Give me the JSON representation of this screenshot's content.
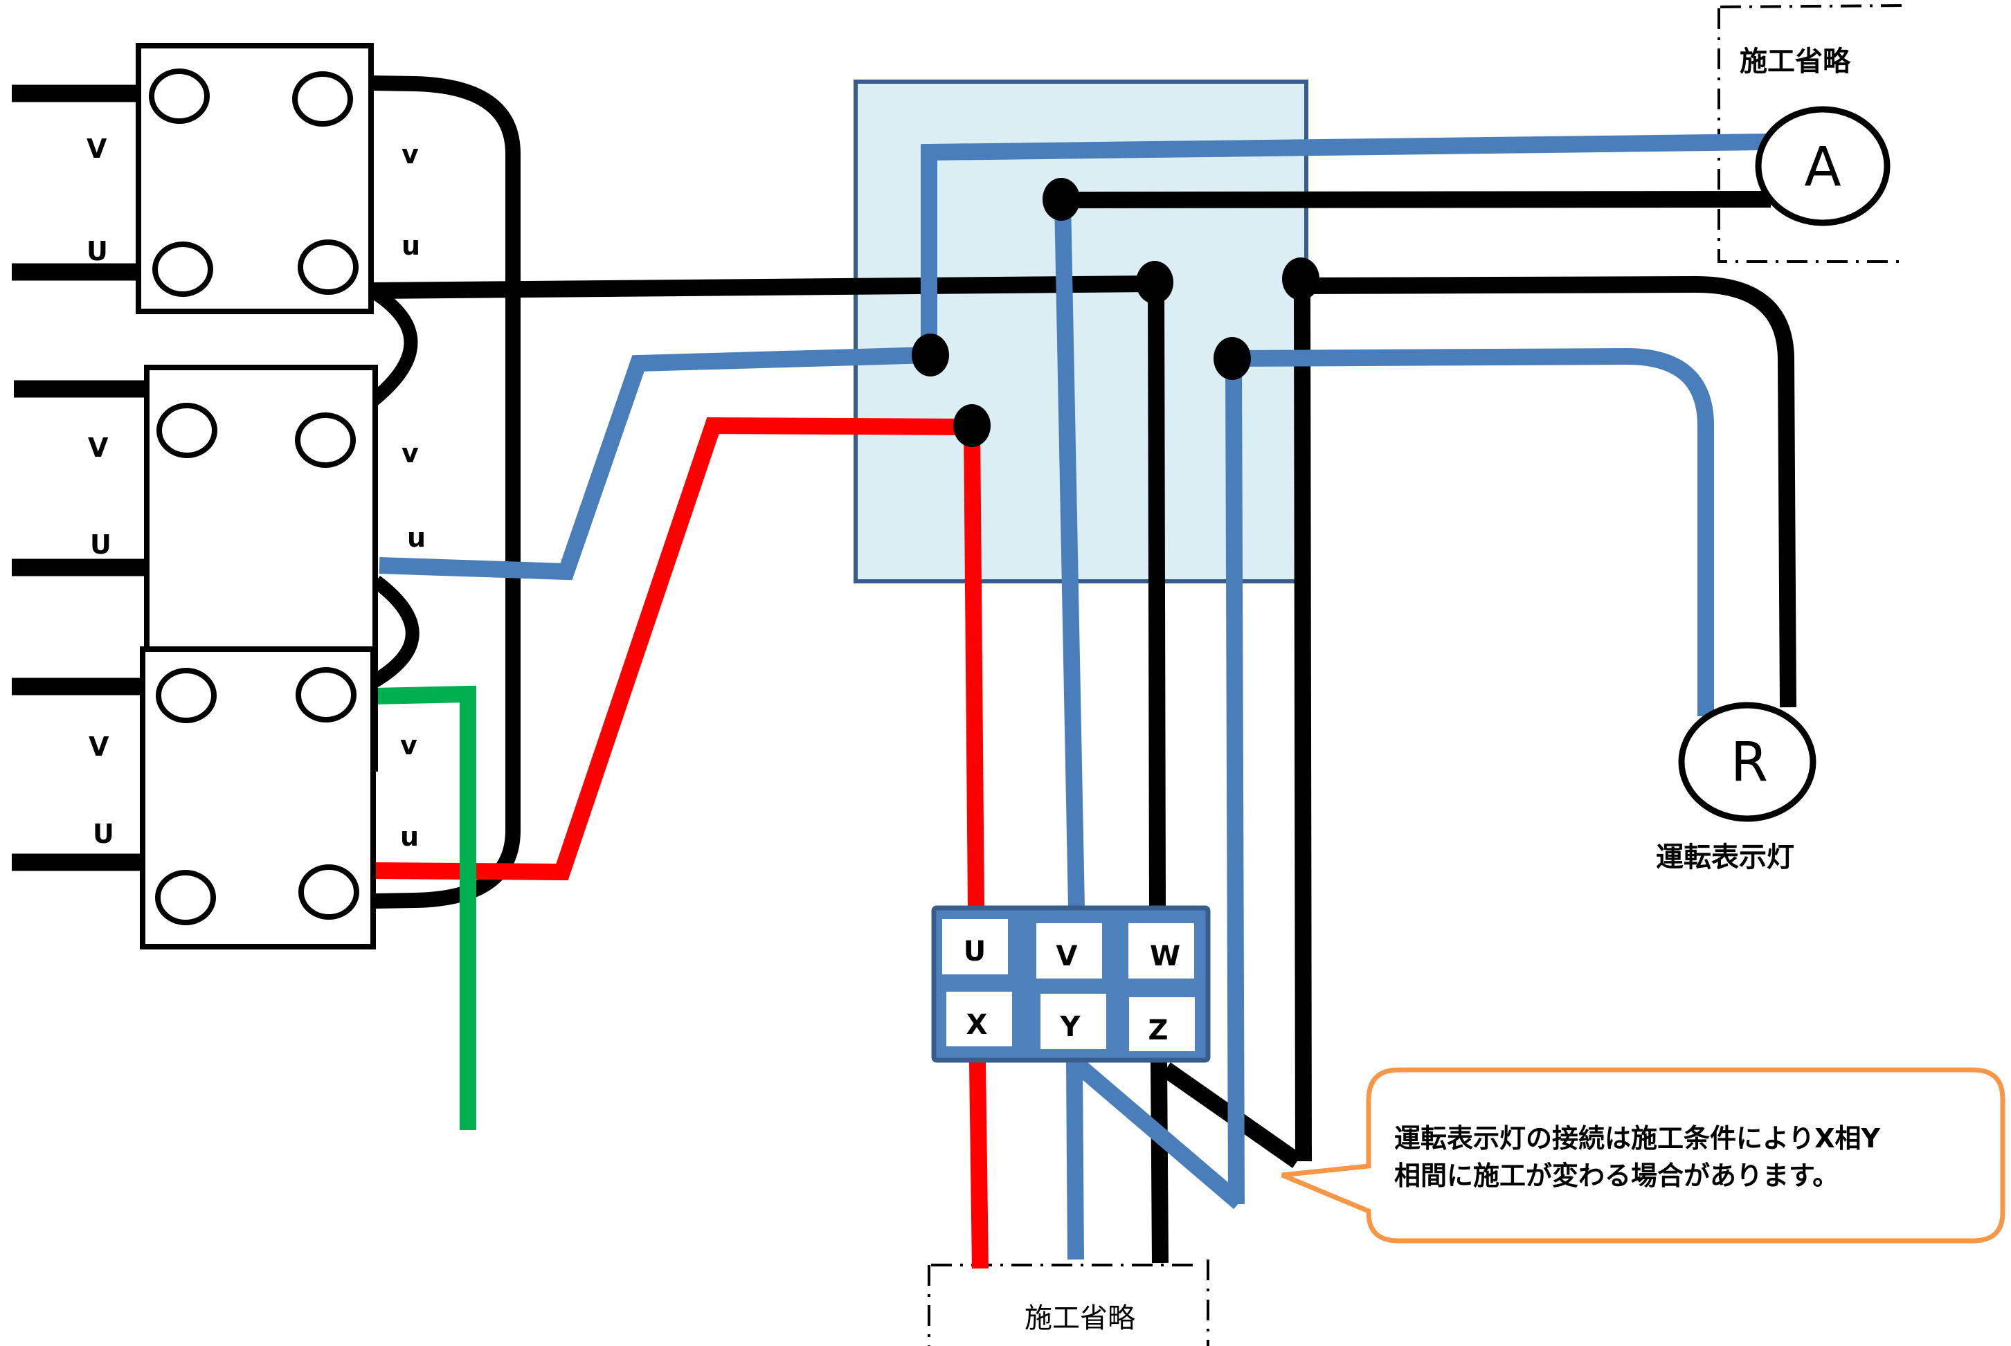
{
  "colors": {
    "wire_black": "#000000",
    "wire_blue": "#4a7ebb",
    "wire_red": "#ff0000",
    "wire_green": "#00b050",
    "panel_fill": "#dbeef4",
    "panel_border": "#385d8a",
    "terminal_fill": "#4f81bd",
    "terminal_border": "#385d8a",
    "callout_border": "#f79646"
  },
  "motor_blocks": [
    {
      "id": "coil-1",
      "left_labels": {
        "top": "V",
        "bottom": "U"
      },
      "right_labels": {
        "top": "v",
        "bottom": "u"
      }
    },
    {
      "id": "coil-2",
      "left_labels": {
        "top": "V",
        "bottom": "U"
      },
      "right_labels": {
        "top": "v",
        "bottom": "u"
      }
    },
    {
      "id": "coil-3",
      "left_labels": {
        "top": "V",
        "bottom": "U"
      },
      "right_labels": {
        "top": "v",
        "bottom": "u"
      }
    }
  ],
  "ammeter": {
    "symbol": "A",
    "omitted_label": "施工省略"
  },
  "indicator_lamp": {
    "symbol": "R",
    "label": "運転表示灯"
  },
  "terminal_block": {
    "top_row": [
      "U",
      "V",
      "W"
    ],
    "bottom_row": [
      "X",
      "Y",
      "Z"
    ]
  },
  "bottom_omitted_label": "施工省略",
  "callout": {
    "line1": "運転表示灯の接続は施工条件によりX相Y",
    "line2": "相間に施工が変わる場合があります。"
  }
}
